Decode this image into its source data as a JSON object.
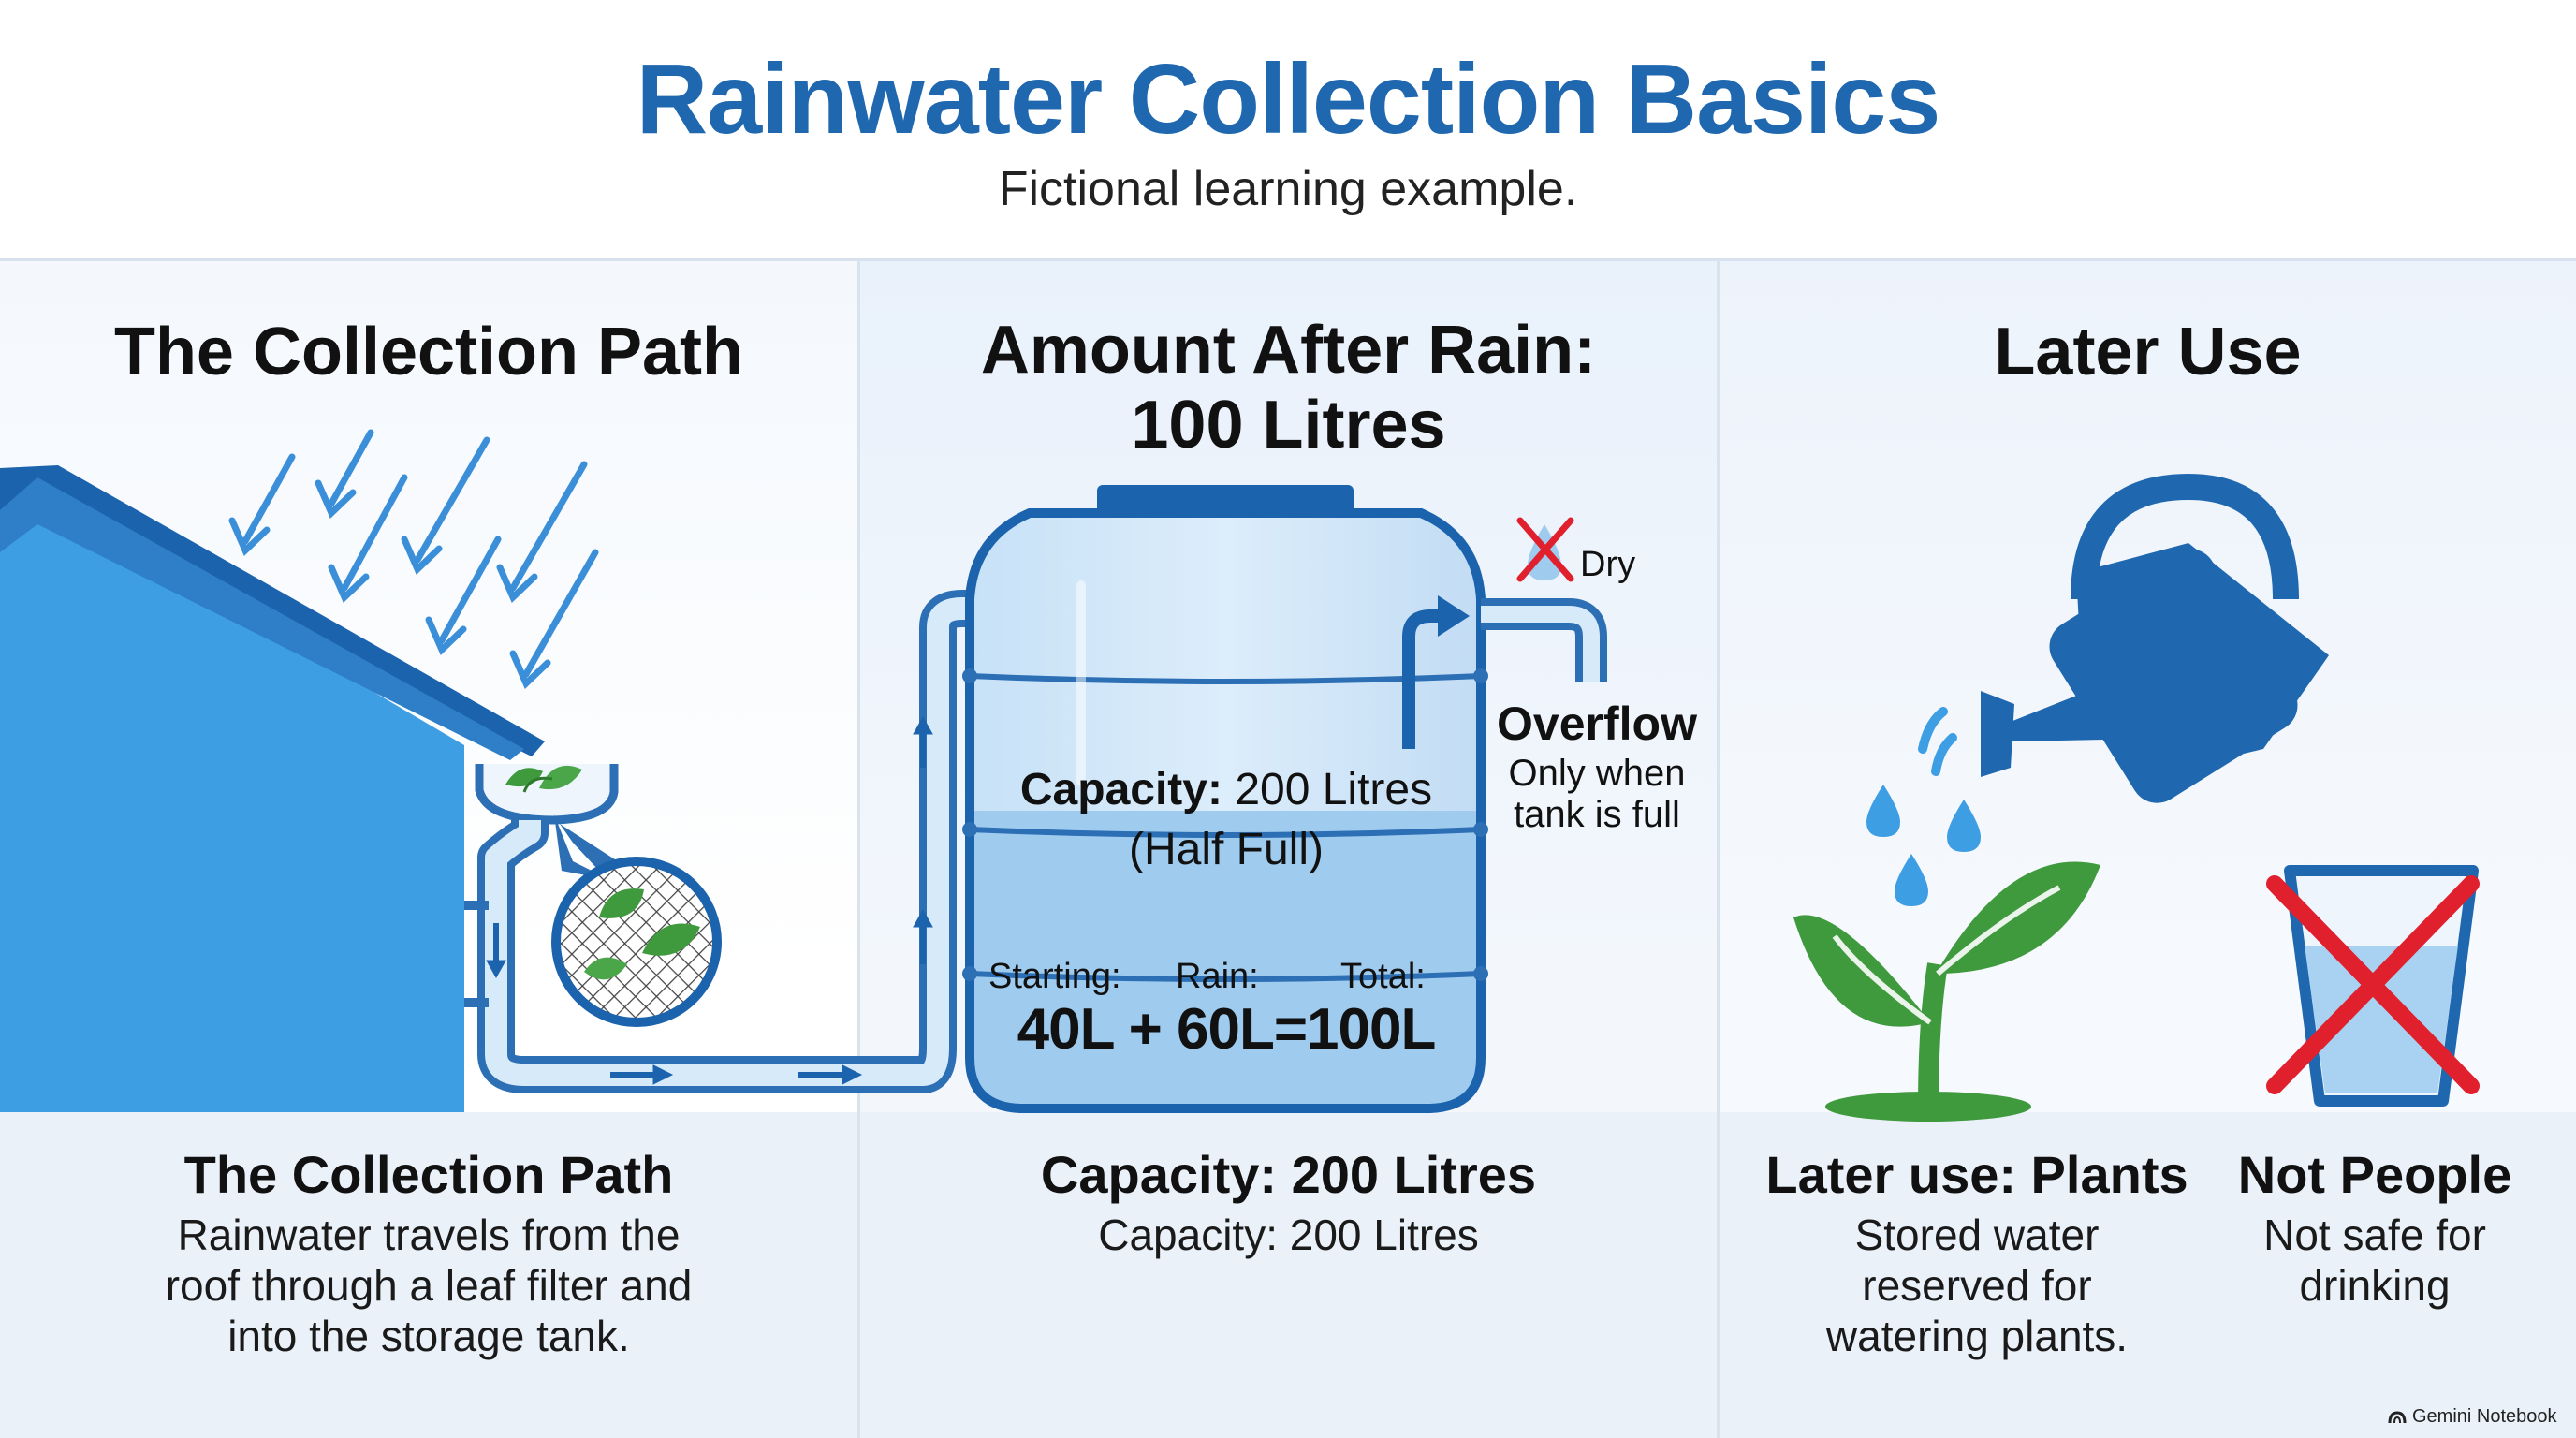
{
  "header": {
    "title": "Rainwater Collection Basics",
    "subtitle": "Fictional learning example."
  },
  "panels": {
    "collection": {
      "title": "The Collection Path",
      "caption_title": "The Collection Path",
      "caption_lines": [
        "Rainwater travels from the",
        "roof through a leaf filter and",
        "into the storage tank."
      ]
    },
    "amount": {
      "title_line1": "Amount After Rain:",
      "title_line2": "100 Litres",
      "caption_title": "Capacity: 200 Litres",
      "caption_text": "Capacity: 200 Litres"
    },
    "later": {
      "title": "Later Use",
      "plants_title": "Later use: Plants",
      "plants_lines": [
        "Stored water",
        "reserved for",
        "watering plants."
      ],
      "people_title": "Not People",
      "people_lines": [
        "Not safe for",
        "drinking"
      ]
    }
  },
  "tank": {
    "capacity_label": "Capacity:",
    "capacity_value": "200 Litres",
    "fill_state": "(Half Full)",
    "fill_fraction": 0.5,
    "starting_label": "Starting:",
    "rain_label": "Rain:",
    "total_label": "Total:",
    "equation": "40L + 60L=100L",
    "starting_litres": 40,
    "rain_litres": 60,
    "total_litres": 100,
    "capacity_litres": 200
  },
  "overflow": {
    "title": "Overflow",
    "line1": "Only when",
    "line2": "tank is full",
    "status": "Dry"
  },
  "badge": {
    "label": "Gemini Notebook"
  },
  "colors": {
    "title_blue": "#1f68b0",
    "house_blue": "#3e9ee4",
    "roof_blue": "#1c63ad",
    "water_blue": "#9fcbee",
    "plant_green": "#3f9a3d",
    "cross_red": "#e0202c"
  },
  "icons": [
    "rain-arrow-icon",
    "leaf-filter-icon",
    "flow-arrow-icon",
    "watering-can-icon",
    "sprout-icon",
    "glass-icon",
    "red-x-icon",
    "water-drop-icon"
  ]
}
